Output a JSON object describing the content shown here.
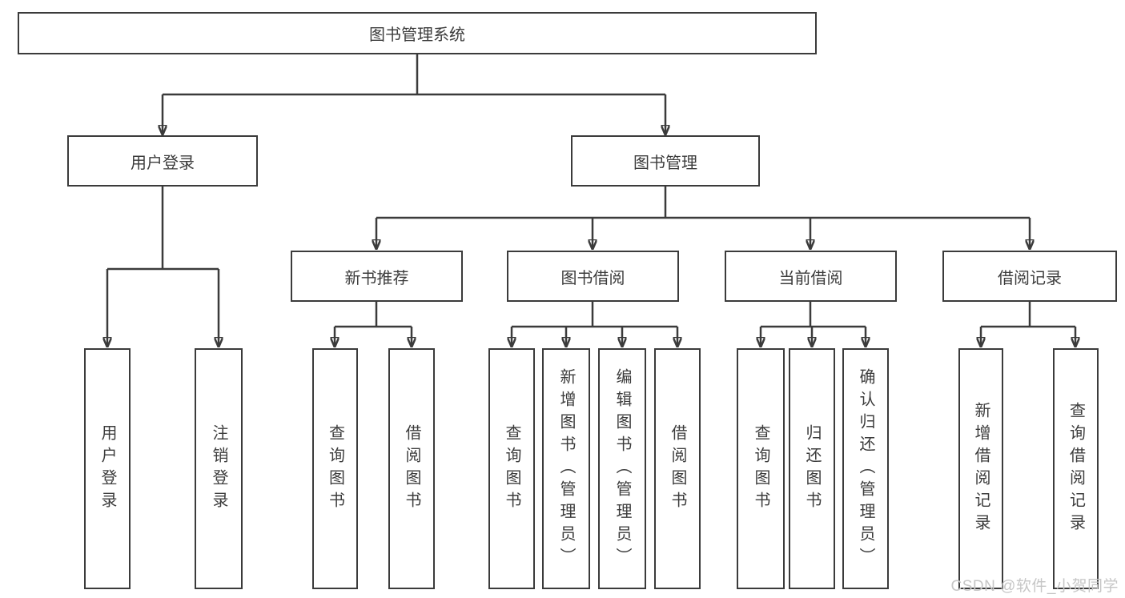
{
  "diagram_type": "functional-structure-tree",
  "tree": {
    "label": "图书管理系统",
    "children": [
      {
        "label": "用户登录",
        "children": [
          {
            "label": "用户登录"
          },
          {
            "label": "注销登录"
          }
        ]
      },
      {
        "label": "图书管理",
        "children": [
          {
            "label": "新书推荐",
            "children": [
              {
                "label": "查询图书"
              },
              {
                "label": "借阅图书"
              }
            ]
          },
          {
            "label": "图书借阅",
            "children": [
              {
                "label": "查询图书"
              },
              {
                "label": "新增图书（管理员）"
              },
              {
                "label": "编辑图书（管理员）"
              },
              {
                "label": "借阅图书"
              }
            ]
          },
          {
            "label": "当前借阅",
            "children": [
              {
                "label": "查询图书"
              },
              {
                "label": "归还图书"
              },
              {
                "label": "确认归还（管理员）"
              }
            ]
          },
          {
            "label": "借阅记录",
            "children": [
              {
                "label": "新增借阅记录"
              },
              {
                "label": "查询借阅记录"
              }
            ]
          }
        ]
      }
    ]
  },
  "watermark": {
    "text": "CSDN @软件_小贺同学"
  },
  "colors": {
    "line": "#3b3b3b",
    "box_border": "#3b3b3b",
    "text": "#3c3c3c",
    "background": "#ffffff",
    "watermark": "#c6c6c6"
  }
}
